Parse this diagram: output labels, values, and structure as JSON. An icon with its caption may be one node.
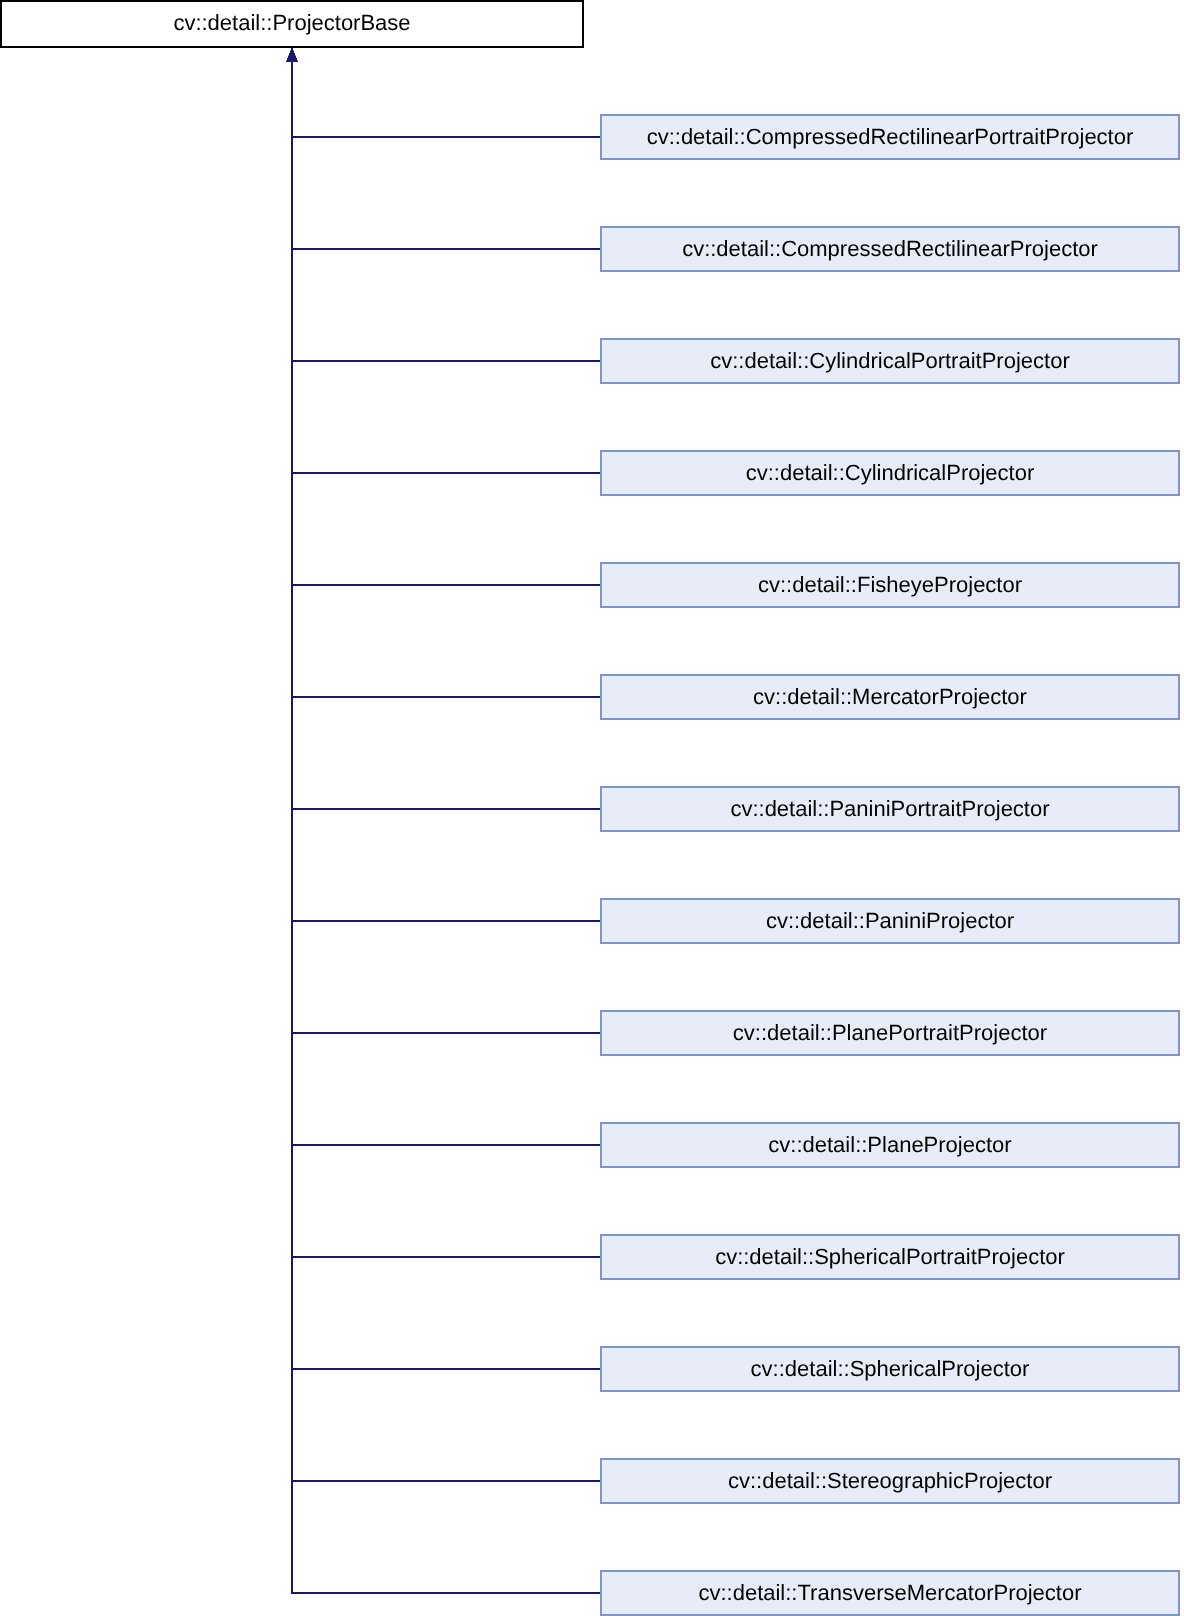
{
  "diagram": {
    "nodes": [
      {
        "text": [
          "cv::detail::ProjectorBase"
        ]
      },
      {
        "text": [
          "cv::detail::CompressedRectilinearPortraitProjector"
        ]
      },
      {
        "text": [
          "cv::detail::CompressedRectilinearProjector"
        ]
      },
      {
        "text": [
          "cv::detail::CylindricalPortraitProjector"
        ]
      },
      {
        "text": [
          "cv::detail::CylindricalProjector"
        ]
      },
      {
        "text": [
          "cv::detail::FisheyeProjector"
        ]
      },
      {
        "text": [
          "cv::detail::MercatorProjector"
        ]
      },
      {
        "text": [
          "cv::detail::PaniniPortraitProjector"
        ]
      },
      {
        "text": [
          "cv::detail::PaniniProjector"
        ]
      },
      {
        "text": [
          "cv::detail::PlanePortraitProjector"
        ]
      },
      {
        "text": [
          "cv::detail::PlaneProjector"
        ]
      },
      {
        "text": [
          "cv::detail::SphericalPortraitProjector"
        ]
      },
      {
        "text": [
          "cv::detail::SphericalProjector"
        ]
      },
      {
        "text": [
          "cv::detail::StereographicProjector"
        ]
      },
      {
        "text": [
          "cv::detail::TransverseMercatorProjector"
        ]
      }
    ],
    "edges": [
      {
        "from": 1,
        "to": 0,
        "arrow": "to"
      },
      {
        "from": 2,
        "to": 0,
        "arrow": "to"
      },
      {
        "from": 3,
        "to": 0,
        "arrow": "to"
      },
      {
        "from": 4,
        "to": 0,
        "arrow": "to"
      },
      {
        "from": 5,
        "to": 0,
        "arrow": "to"
      },
      {
        "from": 6,
        "to": 0,
        "arrow": "to"
      },
      {
        "from": 7,
        "to": 0,
        "arrow": "to"
      },
      {
        "from": 8,
        "to": 0,
        "arrow": "to"
      },
      {
        "from": 9,
        "to": 0,
        "arrow": "to"
      },
      {
        "from": 10,
        "to": 0,
        "arrow": "to"
      },
      {
        "from": 11,
        "to": 0,
        "arrow": "to"
      },
      {
        "from": 12,
        "to": 0,
        "arrow": "to"
      },
      {
        "from": 13,
        "to": 0,
        "arrow": "to"
      },
      {
        "from": 14,
        "to": 0,
        "arrow": "to"
      }
    ]
  }
}
